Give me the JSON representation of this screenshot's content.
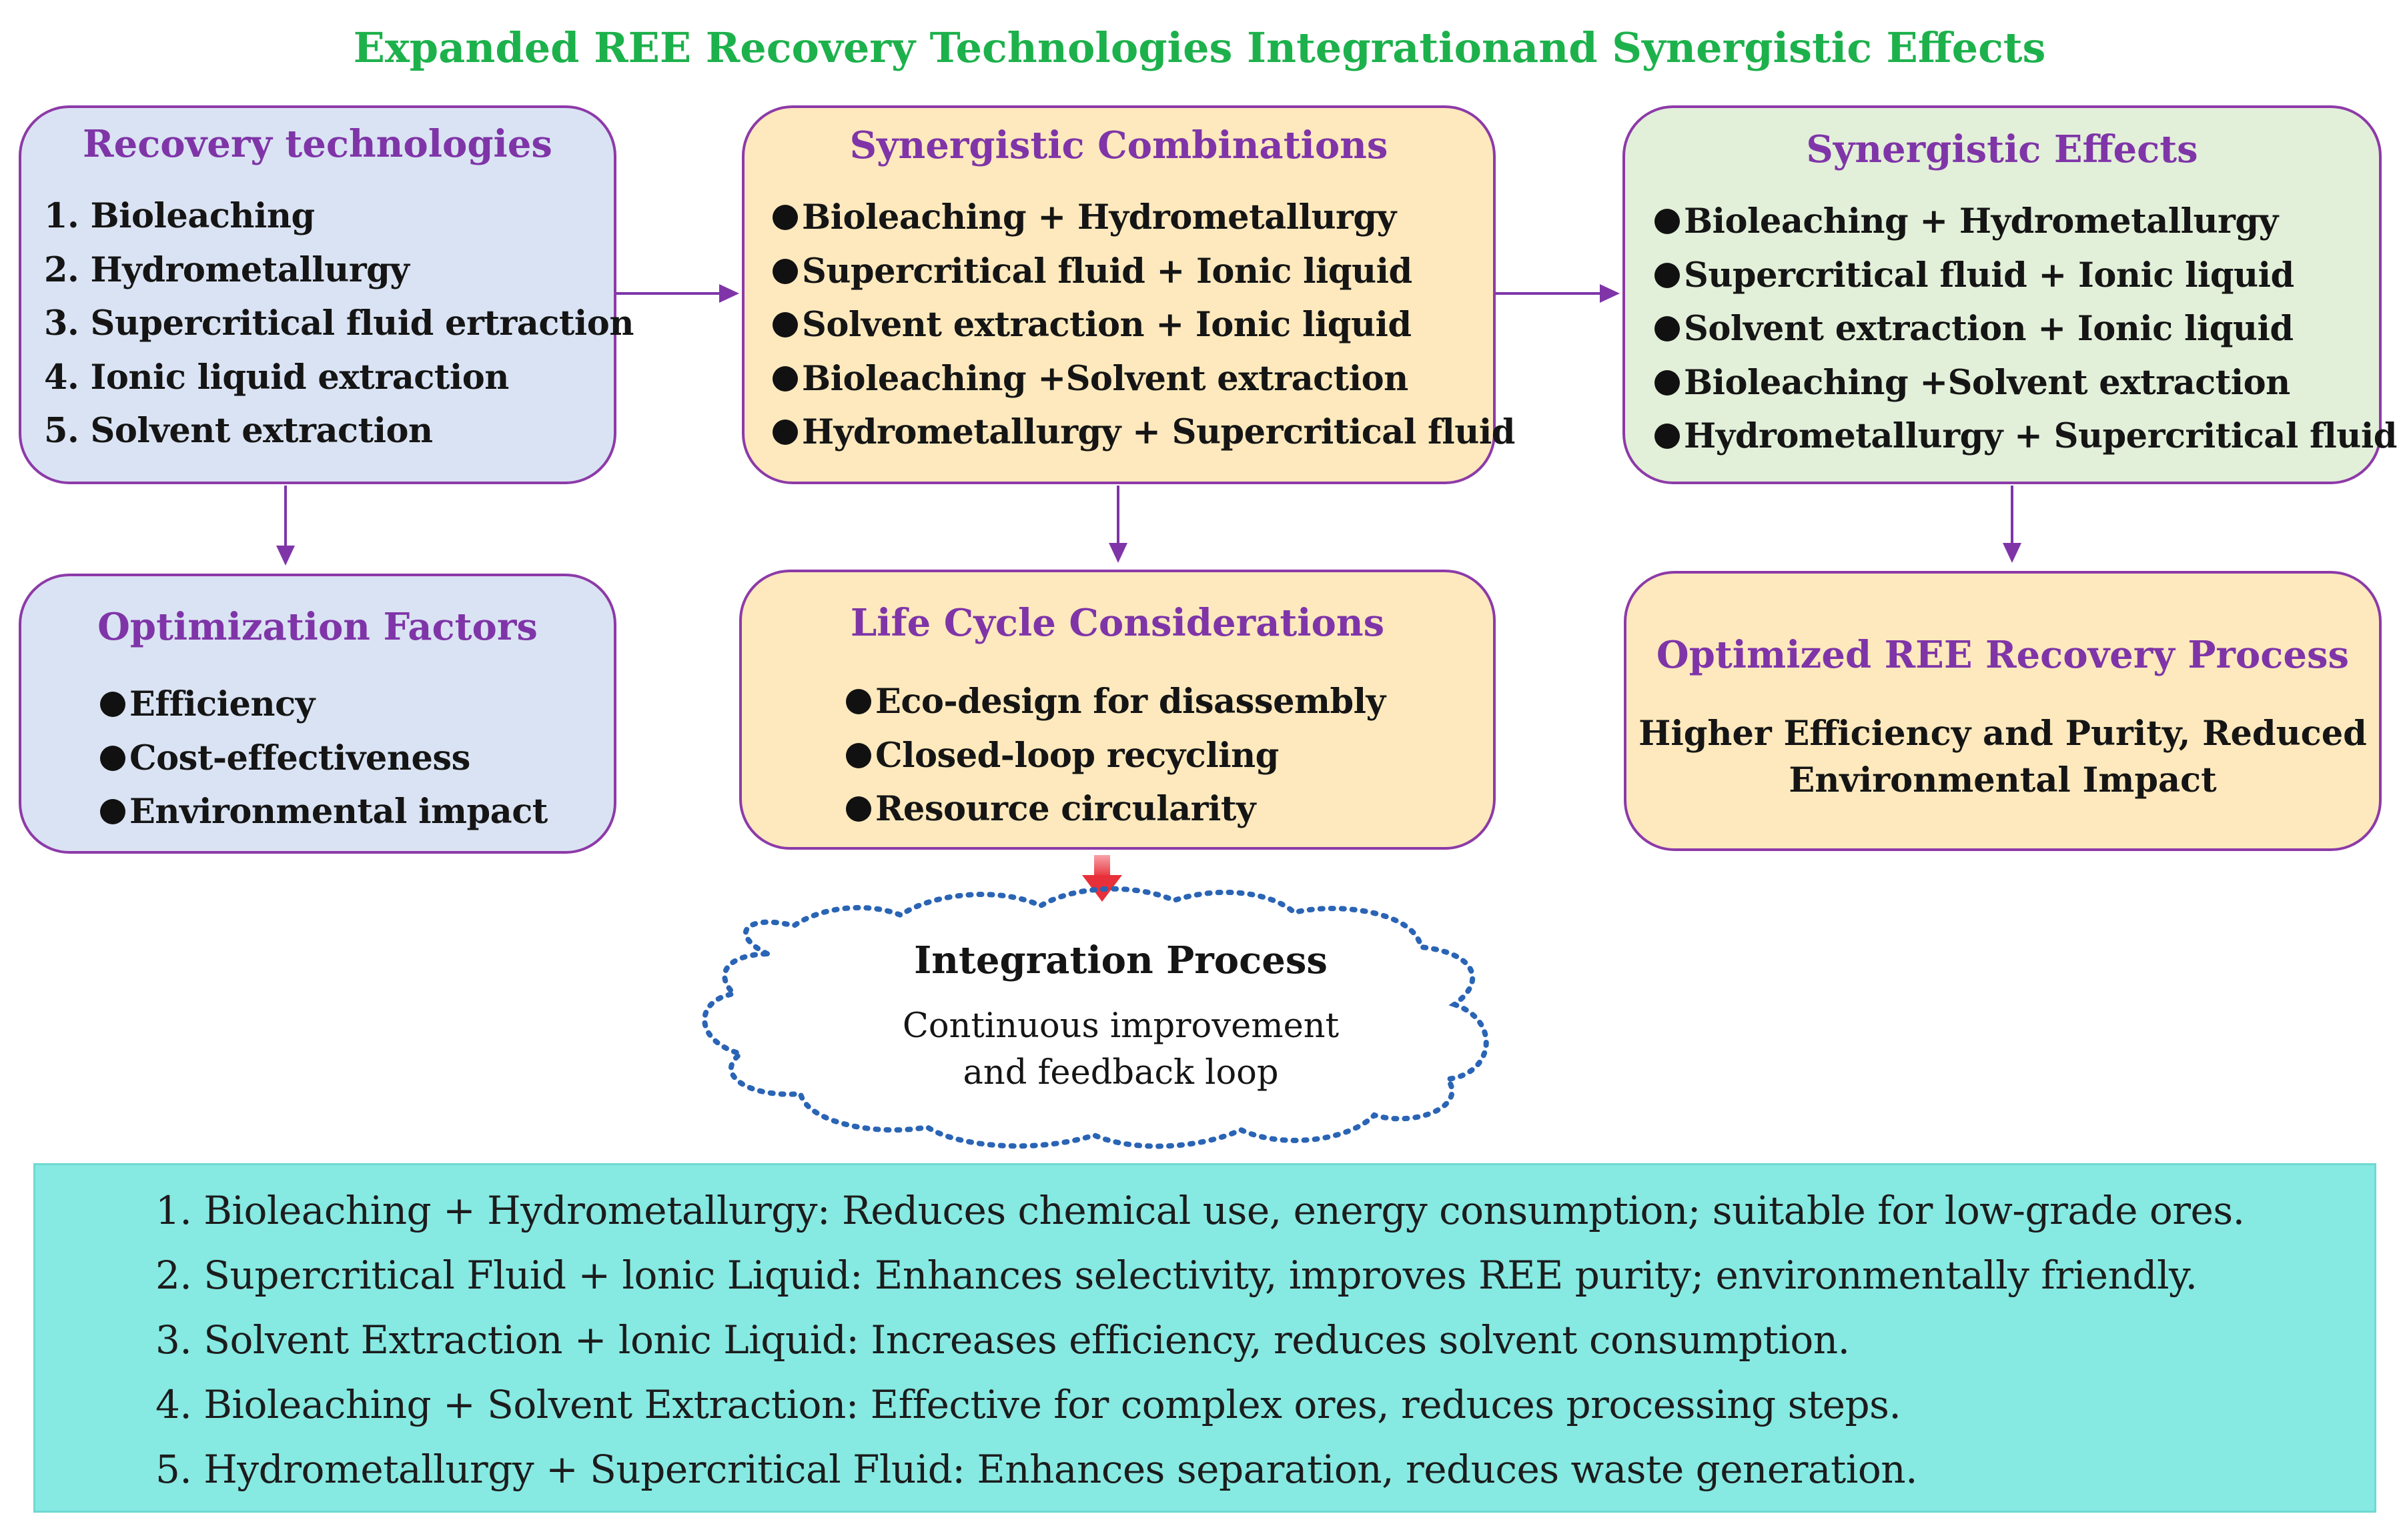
{
  "title": "Expanded REE Recovery Technologies Integrationand Synergistic Effects",
  "recovery": {
    "title": "Recovery technologies",
    "items": [
      "1. Bioleaching",
      "2. Hydrometallurgy",
      "3. Supercritical fluid ertraction",
      "4. Ionic liquid extraction",
      "5. Solvent extraction"
    ]
  },
  "combinations": {
    "title": "Synergistic Combinations",
    "items": [
      "Bioleaching + Hydrometallurgy",
      "Supercritical fluid + Ionic liquid",
      "Solvent extraction + Ionic liquid",
      "Bioleaching +Solvent extraction",
      "Hydrometallurgy + Supercritical fluid"
    ]
  },
  "effects": {
    "title": "Synergistic Effects",
    "items": [
      "Bioleaching + Hydrometallurgy",
      "Supercritical fluid + Ionic liquid",
      "Solvent extraction + Ionic liquid",
      "Bioleaching +Solvent extraction",
      "Hydrometallurgy + Supercritical fluid"
    ]
  },
  "optimization": {
    "title": "Optimization Factors",
    "items": [
      "Efficiency",
      "Cost-effectiveness",
      "Environmental impact"
    ]
  },
  "lifecycle": {
    "title": "Life Cycle Considerations",
    "items": [
      "Eco-design for disassembly",
      "Closed-loop recycling",
      "Resource circularity"
    ]
  },
  "optimized": {
    "title": "Optimized REE Recovery Process",
    "line1": "Higher Efficiency and Purity, Reduced",
    "line2": "Environmental Impact"
  },
  "integration": {
    "title": "Integration Process",
    "line1": "Continuous improvement",
    "line2": "and feedback loop"
  },
  "notes": [
    "1. Bioleaching + Hydrometallurgy: Reduces chemical use, energy consumption; suitable for low-grade ores.",
    "2. Supercritical Fluid + lonic Liquid: Enhances selectivity, improves REE purity; environmentally friendly.",
    "3. Solvent Extraction + lonic Liquid: Increases efficiency, reduces solvent consumption.",
    "4. Bioleaching + Solvent Extraction: Effective for complex ores, reduces processing steps.",
    "5. Hydrometallurgy + Supercritical Fluid: Enhances separation, reduces waste generation."
  ],
  "colors": {
    "title": "#1db14c",
    "heading": "#7f35a8",
    "border": "#8d3aa8",
    "box_blue": "#dae3f3",
    "box_orange": "#fde9bd",
    "box_green": "#e2efd9",
    "panel": "#86e9e2",
    "cloud_dots": "#2a64b5",
    "red_arrow": "#e8303a"
  }
}
